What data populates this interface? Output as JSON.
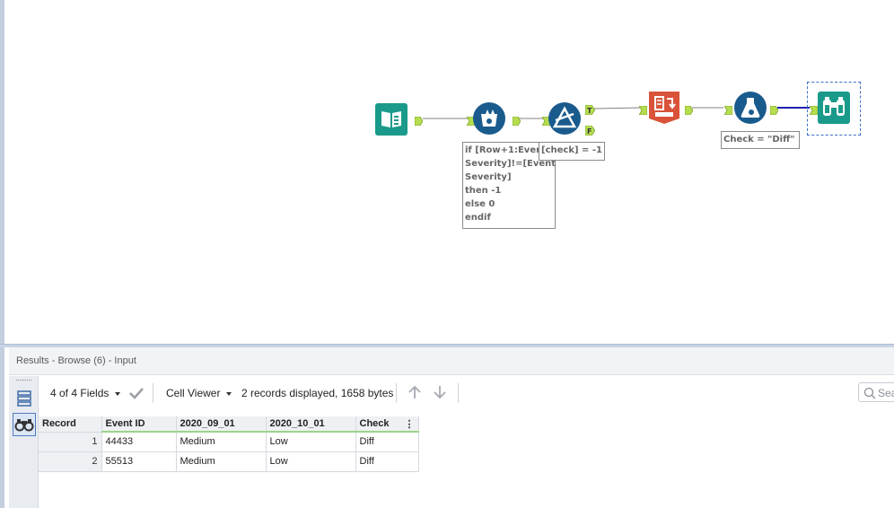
{
  "canvas": {
    "annotations": {
      "formula": "if [Row+1:Event\nSeverity]!=[Event\nSeverity]\nthen -1\nelse 0\nendif",
      "filter_condition": "[check] = -1",
      "formula_check": "Check = \"Diff\""
    },
    "filter_anchor_true": "T",
    "filter_anchor_false": "F",
    "colors": {
      "input_tool": "#1a9a8a",
      "multirow_tool": "#1a5b8e",
      "filter_tool": "#1a5b8e",
      "transpose_tool": "#d9533a",
      "formula_tool": "#1a5b8e",
      "browse_tool": "#1a9a8a",
      "anchor": "#b5dd4f",
      "selected_connection": "#2020b0"
    }
  },
  "results": {
    "title": "Results - Browse (6) - Input",
    "fields_label": "4 of 4 Fields",
    "viewer_label": "Cell Viewer",
    "status": "2 records displayed, 1658 bytes",
    "search_placeholder": "Sea",
    "columns": [
      "Record",
      "Event ID",
      "2020_09_01",
      "2020_10_01",
      "Check"
    ],
    "rows": [
      {
        "record": "1",
        "event_id": "44433",
        "col_0901": "Medium",
        "col_1001": "Low",
        "check": "Diff"
      },
      {
        "record": "2",
        "event_id": "55513",
        "col_0901": "Medium",
        "col_1001": "Low",
        "check": "Diff"
      }
    ],
    "kebab": "⋮"
  }
}
